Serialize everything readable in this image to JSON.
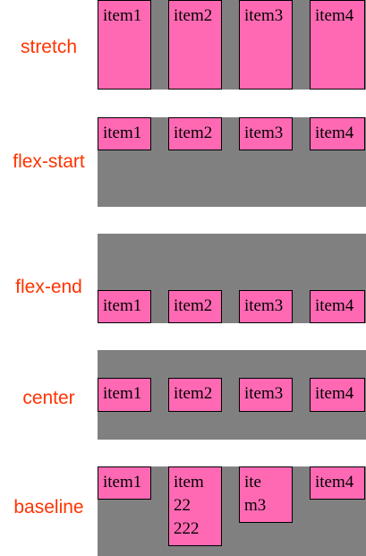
{
  "rows": [
    {
      "label": "stretch",
      "items": [
        "item1",
        "item2",
        "item3",
        "item4"
      ]
    },
    {
      "label": "flex-start",
      "items": [
        "item1",
        "item2",
        "item3",
        "item4"
      ]
    },
    {
      "label": "flex-end",
      "items": [
        "item1",
        "item2",
        "item3",
        "item4"
      ]
    },
    {
      "label": "center",
      "items": [
        "item1",
        "item2",
        "item3",
        "item4"
      ]
    },
    {
      "label": "baseline",
      "items": [
        "item1",
        "item\n22\n222",
        "ite\nm3",
        "item4"
      ]
    }
  ],
  "colors": {
    "label_text": "#ff3300",
    "container_bg": "#808080",
    "item_bg": "#ff69b4",
    "item_border": "#000000"
  }
}
